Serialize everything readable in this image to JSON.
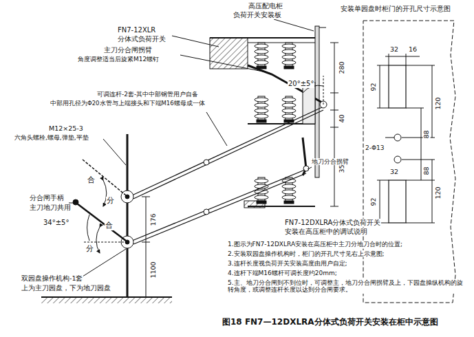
{
  "diagram": {
    "caption": "图18 FN7—12DXLRA分体式负荷开关安装在柜中示意图",
    "labels": [
      "FN7-12XLR",
      "分体式负荷开关",
      "高压配电柜",
      "负荷开关安装板",
      "安装单园盘时柜门的开孔尺寸示意图",
      "主刀分合闸拐臂",
      "角度调整适当后旋紧M12螺钉",
      "280",
      "20°±5°",
      "可调连杆-2套-其中中部钢管用户自备",
      "中部用孔径为Φ20水管与上端接头和下端M16螺母成一体",
      "40",
      "M12×25-3",
      "六角头螺栓,螺母,弹垫,平垫",
      "合",
      "分",
      "355",
      "地刀分合拐臂",
      "分合闸手柄",
      "主刀地刀共用",
      "34°±5°",
      "合",
      "分",
      "176",
      "1100",
      "双园盘操作机构-1套",
      "上为主刀园盘，下为地刀园盘",
      "32",
      "16",
      "92",
      "120",
      "88",
      "2-Φ13",
      "32",
      "88",
      "92",
      "120",
      "FN7-12DXLRA分体式负荷开关",
      "安装在高压柜中的调试说明",
      "1.图示为FN7-12DXLRA安装在高压柜中主刀分地刀合时的位置;",
      "2.安装双园盘操作机构时，柜门的开孔尺寸见右上示意图;",
      "3.连杆长度视负荷开关安装高度由用户自定;",
      "4.连杆下端M16螺杆可调长度约20mm;",
      "5.主、地刀分合闸到不到位时，可调整主，地刀分合闸拐臂及上，下园盘操纵机构的旋转角度，或调整连杆长度以达到分合闸要求。"
    ]
  }
}
